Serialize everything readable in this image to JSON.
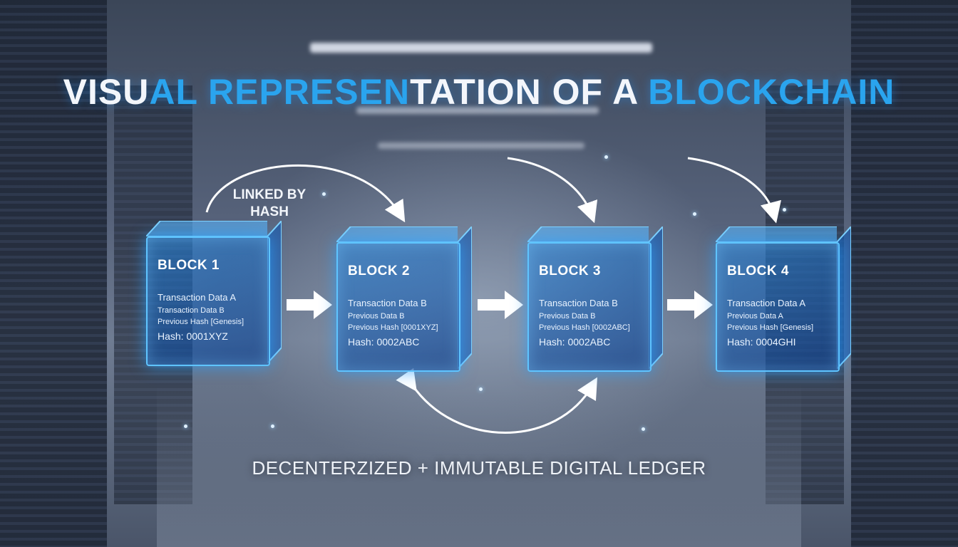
{
  "title": {
    "part1": "VISU",
    "part2": "AL REPRESEN",
    "part3": "TATION OF A ",
    "part4": "BLOCKCHAIN"
  },
  "link_label": "LINKED BY\nHASH",
  "subtitle": "DECENTERZIZED + IMMUTABLE DIGITAL LEDGER",
  "colors": {
    "accent": "#2aa4ee",
    "block_edge": "#5fc4ff",
    "text": "#f3f6fb"
  },
  "blocks": [
    {
      "name": "BLOCK 1",
      "line1": "Transaction Data A",
      "line2": "Transaction Data B",
      "line3": "Previous Hash [Genesis]",
      "hash": "Hash: 0001XYZ"
    },
    {
      "name": "BLOCK 2",
      "line1": "Transaction Data B",
      "line2": "Previous Data B",
      "line3": "Previous Hash [0001XYZ]",
      "hash": "Hash: 0002ABC"
    },
    {
      "name": "BLOCK 3",
      "line1": "Transaction Data B",
      "line2": "Previous Data B",
      "line3": "Previous Hash [0002ABC]",
      "hash": "Hash: 0002ABC"
    },
    {
      "name": "BLOCK 4",
      "line1": "Transaction Data A",
      "line2": "Previous Data A",
      "line3": "Previous Hash [Genesis]",
      "hash": "Hash: 0004GHI"
    }
  ]
}
